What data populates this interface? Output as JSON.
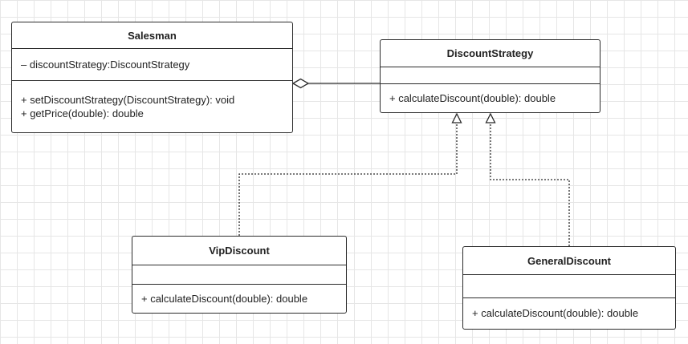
{
  "classes": {
    "salesman": {
      "name": "Salesman",
      "attributes": [
        "– discountStrategy:DiscountStrategy"
      ],
      "methods": [
        "+ setDiscountStrategy(DiscountStrategy): void",
        "+ getPrice(double): double"
      ]
    },
    "discount_strategy": {
      "name": "DiscountStrategy",
      "attributes": [],
      "methods": [
        "+ calculateDiscount(double): double"
      ]
    },
    "vip_discount": {
      "name": "VipDiscount",
      "attributes": [],
      "methods": [
        "+ calculateDiscount(double): double"
      ]
    },
    "general_discount": {
      "name": "GeneralDiscount",
      "attributes": [],
      "methods": [
        "+ calculateDiscount(double): double"
      ]
    }
  },
  "relations": [
    {
      "type": "aggregation",
      "from": "Salesman",
      "to": "DiscountStrategy"
    },
    {
      "type": "realization",
      "from": "VipDiscount",
      "to": "DiscountStrategy"
    },
    {
      "type": "realization",
      "from": "GeneralDiscount",
      "to": "DiscountStrategy"
    }
  ],
  "colors": {
    "line": "#2b2b2b",
    "box_fill": "#ffffff",
    "grid": "#e6e6e6",
    "background": "#ffffff"
  }
}
